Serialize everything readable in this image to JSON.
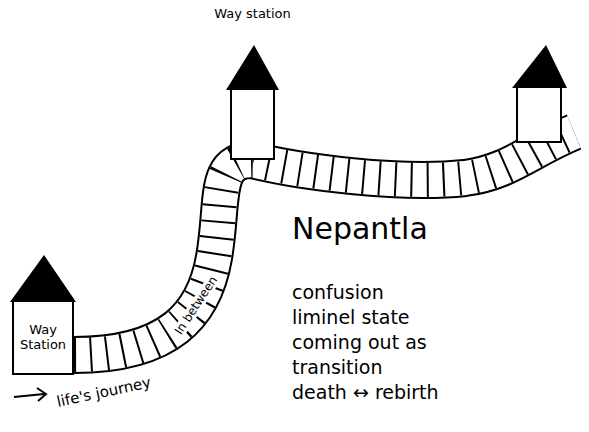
{
  "diagram": {
    "nodes": [
      {
        "text": [
          "Way Station"
        ]
      },
      {
        "text": [
          "Way station"
        ]
      }
    ],
    "edges": [
      {
        "from": 0,
        "to": 1,
        "arrow": "none",
        "label": "In between"
      }
    ],
    "labels": [
      "Nepantla",
      "confusion",
      "liminel state",
      "coming out as",
      "transition",
      "death ↔ rebirth",
      "life's journey"
    ]
  }
}
